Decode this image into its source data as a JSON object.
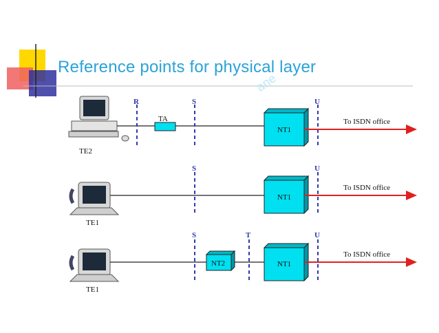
{
  "slide": {
    "title": "Reference points for physical layer",
    "watermark": "ane"
  },
  "colors": {
    "title": "#2aa3d6",
    "device_fill": "#00e0f0",
    "reference_line": "#2f3aa8",
    "arrow": "#e02020",
    "deco_yellow": "#ffd800",
    "deco_red": "#f06060",
    "deco_blue": "#3030a0"
  },
  "rows": [
    {
      "terminal": "TE2",
      "refs": [
        "R",
        "S",
        "U"
      ],
      "ta_label": "TA",
      "nt1_label": "NT1",
      "destination": "To ISDN office"
    },
    {
      "terminal": "TE1",
      "refs": [
        "S",
        "U"
      ],
      "nt1_label": "NT1",
      "destination": "To ISDN office"
    },
    {
      "terminal": "TE1",
      "refs": [
        "S",
        "T",
        "U"
      ],
      "nt2_label": "NT2",
      "nt1_label": "NT1",
      "destination": "To ISDN office"
    }
  ]
}
